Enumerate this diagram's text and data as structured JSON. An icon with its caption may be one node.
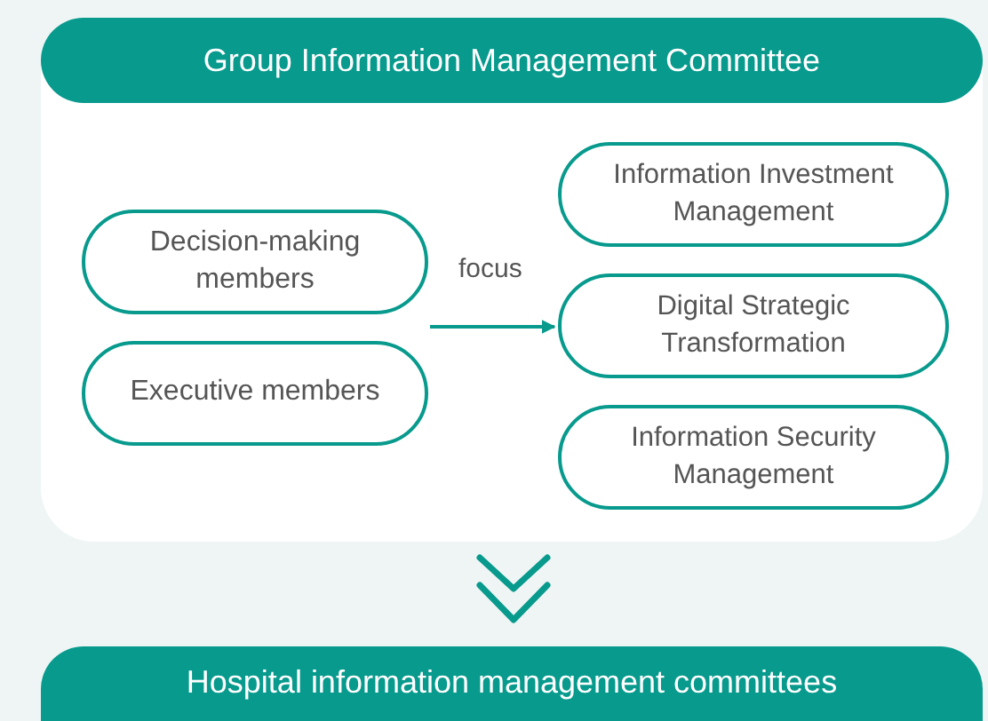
{
  "diagram": {
    "nodes": [
      {
        "text": [
          "Group Information Management Committee"
        ]
      },
      {
        "text": [
          "Decision-making members"
        ],
        "in": 0
      },
      {
        "text": [
          "Executive members"
        ],
        "in": 0
      },
      {
        "text": [
          "Information Investment Management"
        ],
        "in": 0
      },
      {
        "text": [
          "Digital Strategic Transformation"
        ],
        "in": 0
      },
      {
        "text": [
          "Information Security Management"
        ],
        "in": 0
      },
      {
        "text": [
          "Hospital information management committees"
        ]
      }
    ],
    "edges": [
      {
        "from": 1,
        "to": 4,
        "arrow": "to",
        "label": "focus"
      },
      {
        "from": 0,
        "to": 6,
        "arrow": "to"
      }
    ]
  }
}
